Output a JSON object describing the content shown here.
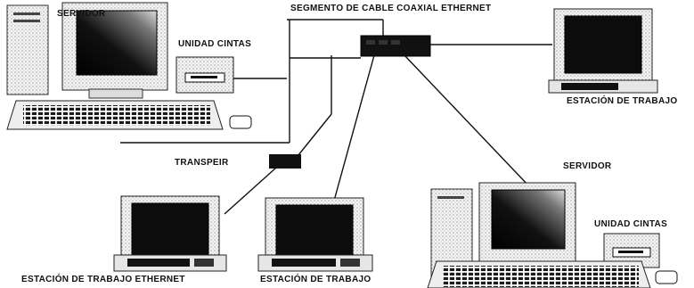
{
  "diagram": {
    "labels": {
      "segment": "SEGMENTO DE CABLE COAXIAL ETHERNET",
      "server_top": "SERVIDOR",
      "tape_top": "UNIDAD CINTAS",
      "workstation_right": "ESTACIÓN DE TRABAJO",
      "transceiver": "TRANSPEIR",
      "server_bottom": "SERVIDOR",
      "tape_bottom": "UNIDAD CINTAS",
      "workstation_ethernet": "ESTACIÓN DE TRABAJO ETHERNET",
      "workstation_middle": "ESTACIÓN DE TRABAJO"
    },
    "colors": {
      "line": "#111111",
      "hub": "#111111",
      "screen_dark": "#0c0c0c",
      "case": "#f4f4f4"
    }
  }
}
